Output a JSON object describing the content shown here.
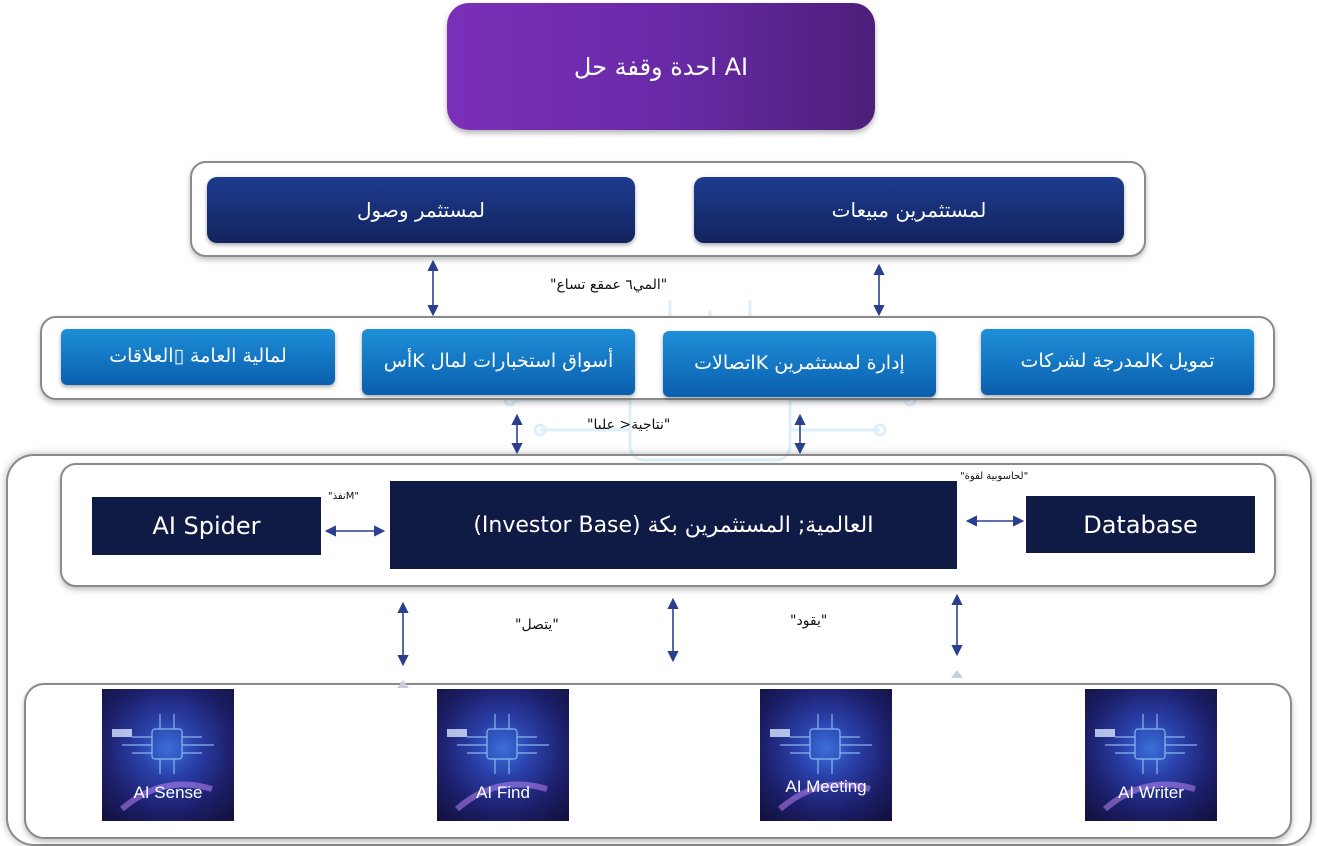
{
  "top": {
    "title": "احدة وقفة حل AI"
  },
  "layer1": {
    "left": "لمستثمر وصول",
    "right": "لمستثمرين مبيعات"
  },
  "layer1_note": "\"المي٦ عمقع تساع\"",
  "layer2": {
    "items": [
      {
        "label": "لمالية العامة ▯العلاقات"
      },
      {
        "label": "أسK أسواق استخبارات لمال"
      },
      {
        "label": "اتصالاتK إدارة لمستثمرين"
      },
      {
        "label": "لمدرجة لشركاتK تمويل"
      }
    ]
  },
  "layer2_note": "\"نتاجية< علىا\"",
  "core": {
    "spider": "AI Spider",
    "center": "(Investor Base)  لعالمية; المستثمرين بكةI",
    "database": "Database",
    "spider_note": "\"نفذM\"",
    "database_note": "\"لحاسوبية لقوة\""
  },
  "core_notes": {
    "left": "\"يتصل\"",
    "right": "\"يقود\""
  },
  "tiles": [
    {
      "label": "AI Sense"
    },
    {
      "label": "AI Find"
    },
    {
      "label": "AI Meeting"
    },
    {
      "label": "AI Writer"
    }
  ],
  "colors": {
    "purple": "#6a2aa8",
    "navy": "#12245e",
    "blue": "#0a5fae",
    "dark": "#0f1a45",
    "arrow": "#2b3f8f"
  }
}
